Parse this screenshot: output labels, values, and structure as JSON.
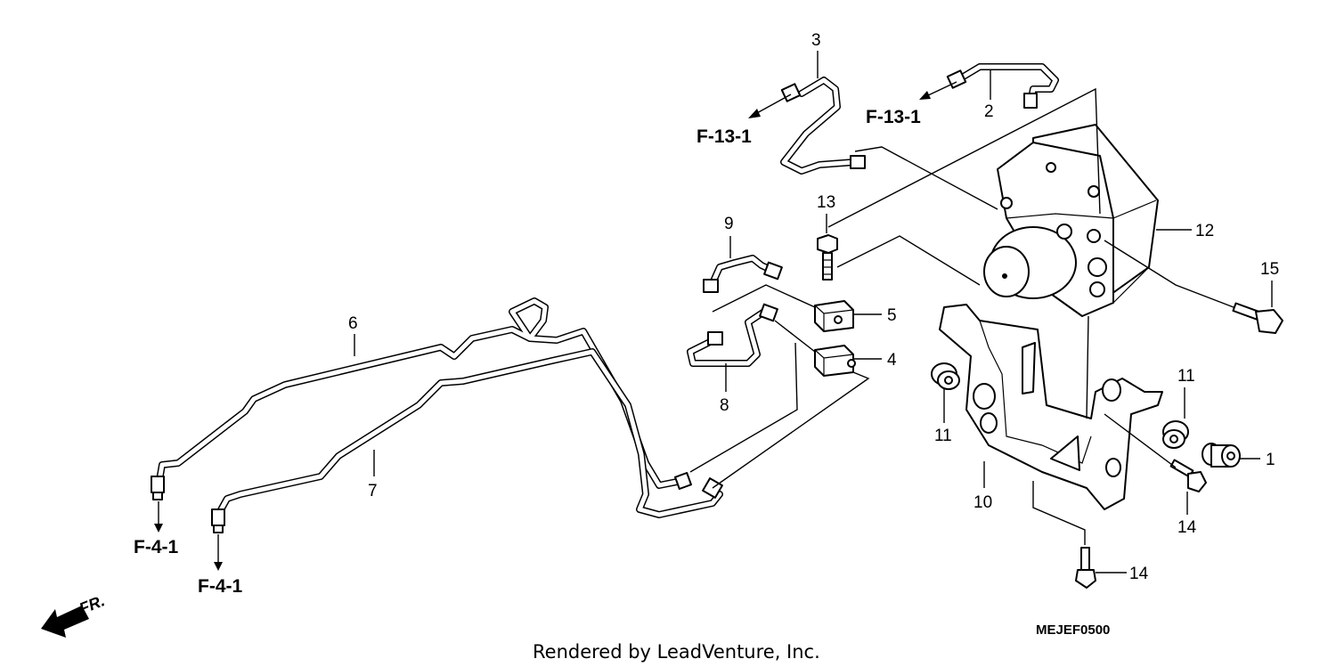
{
  "parts": {
    "p1": "1",
    "p2": "2",
    "p3": "3",
    "p4": "4",
    "p5": "5",
    "p6": "6",
    "p7": "7",
    "p8": "8",
    "p9": "9",
    "p10": "10",
    "p11a": "11",
    "p11b": "11",
    "p12": "12",
    "p13": "13",
    "p14a": "14",
    "p14b": "14",
    "p15": "15"
  },
  "refs": {
    "f13_left": "F-13-1",
    "f13_right": "F-13-1",
    "f4_left": "F-4-1",
    "f4_right": "F-4-1"
  },
  "front_label": "FR.",
  "diagram_code": "MEJEF0500",
  "footer": "Rendered by LeadVenture, Inc."
}
